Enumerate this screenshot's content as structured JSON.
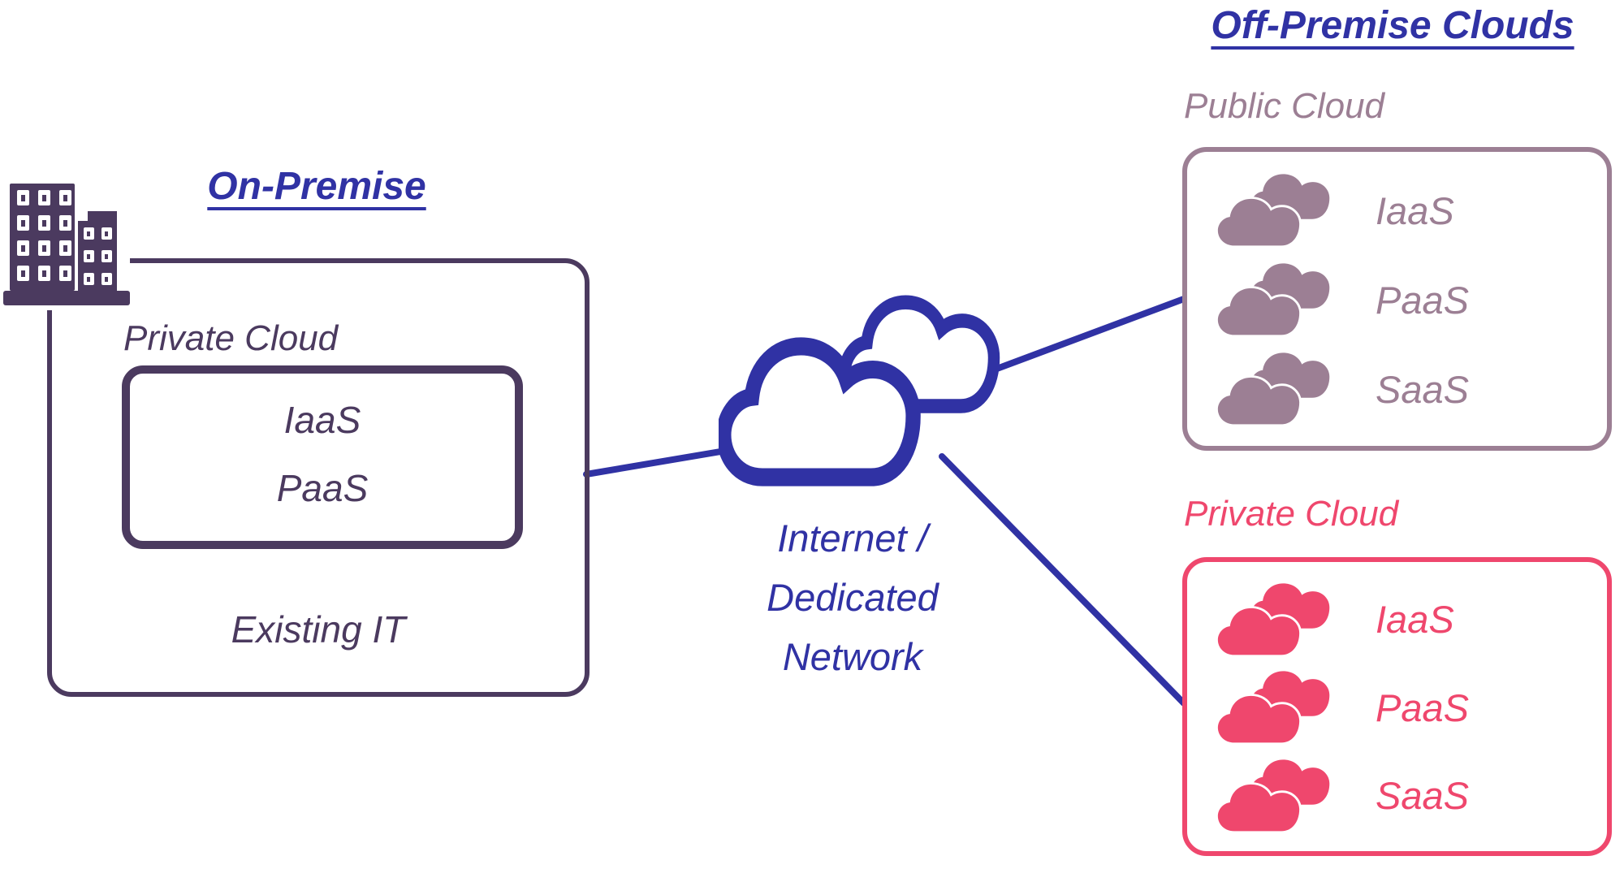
{
  "on_premise": {
    "title": "On-Premise",
    "private_cloud": {
      "label": "Private Cloud",
      "services": [
        "IaaS",
        "PaaS"
      ]
    },
    "existing_it_label": "Existing IT"
  },
  "network": {
    "lines": [
      "Internet /",
      "Dedicated",
      "Network"
    ]
  },
  "off_premise": {
    "title": "Off-Premise Clouds",
    "public_cloud": {
      "label": "Public Cloud",
      "services": [
        "IaaS",
        "PaaS",
        "SaaS"
      ]
    },
    "private_cloud": {
      "label": "Private Cloud",
      "services": [
        "IaaS",
        "PaaS",
        "SaaS"
      ]
    }
  },
  "colors": {
    "connector_blue": "#3032A4",
    "on_premise_purple": "#4B3A5F",
    "public_cloud_mauve": "#9C7F94",
    "private_cloud_pink": "#EF476D"
  }
}
